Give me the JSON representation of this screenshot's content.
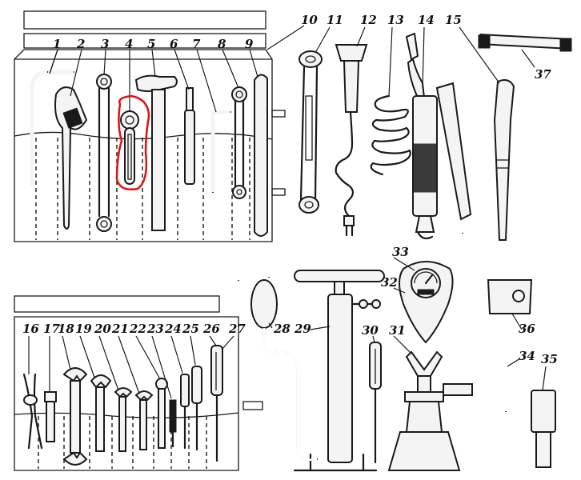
{
  "figure": {
    "callouts": [
      "1",
      "2",
      "3",
      "4",
      "5",
      "6",
      "7",
      "8",
      "9",
      "10",
      "11",
      "12",
      "13",
      "14",
      "15",
      "16",
      "17",
      "18",
      "19",
      "20",
      "21",
      "22",
      "23",
      "24",
      "25",
      "26",
      "27",
      "28",
      "29",
      "30",
      "31",
      "32",
      "33",
      "34",
      "35",
      "36",
      "37"
    ],
    "highlight": {
      "target": "4",
      "color": "#e01010"
    }
  }
}
